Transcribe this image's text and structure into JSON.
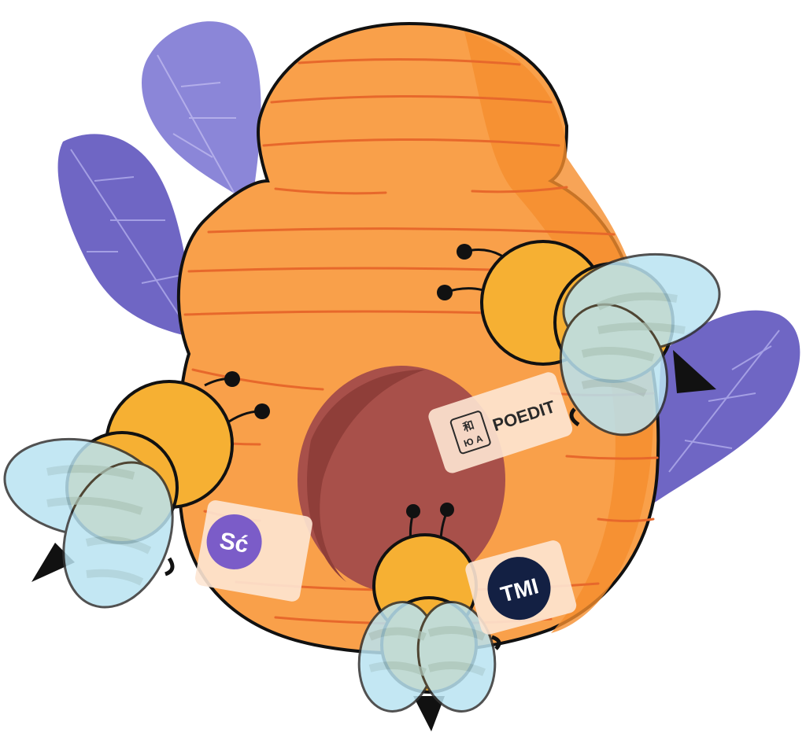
{
  "illustration": {
    "colors": {
      "hive": "#f9a04a",
      "hive_shade": "#f58d2d",
      "hive_stripe": "#e7682b",
      "entrance": "#a8504a",
      "leaves": "#7369c9",
      "leaf_veins": "#a9a3e6",
      "bee_body": "#f6b033",
      "bee_wing": "#b9e3f1",
      "outline": "#111111"
    },
    "signs": {
      "poedit": {
        "logo_glyphs": "和\nЮ A",
        "label": "POEDIT"
      },
      "smartcat": {
        "logo_text": "Sć"
      },
      "tmx": {
        "logo_text": "TMI"
      }
    },
    "icons": [
      "leaf-icon",
      "beehive-icon",
      "bee-icon",
      "poedit-logo-icon",
      "smartcat-logo-icon",
      "tm-logo-icon"
    ]
  }
}
